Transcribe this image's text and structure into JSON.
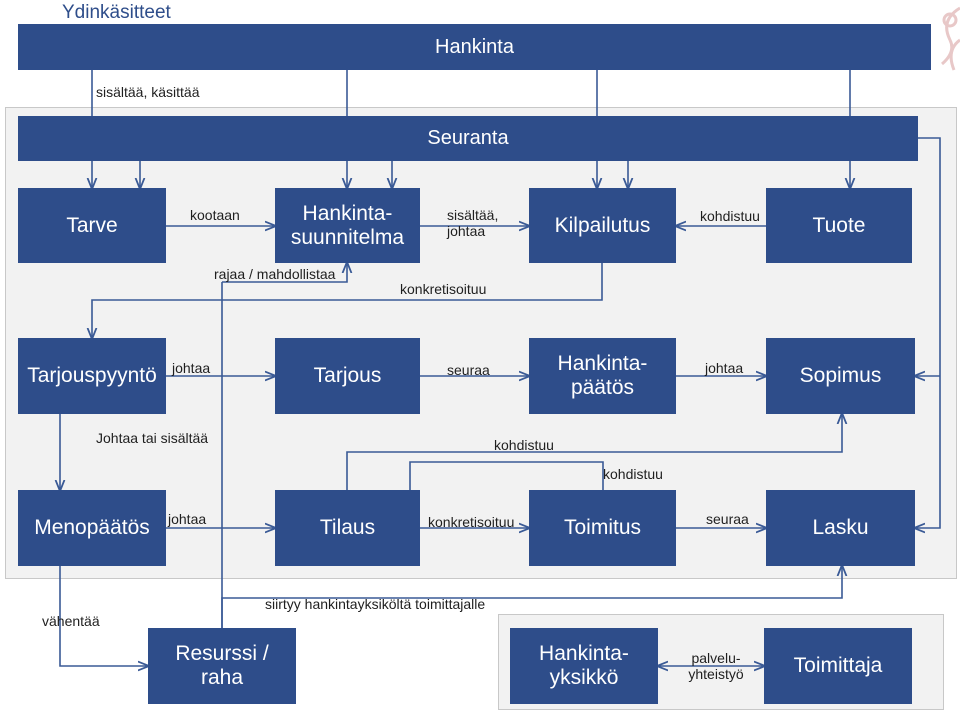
{
  "title": "Ydinkäsitteet",
  "bars": {
    "hankinta": "Hankinta",
    "seuranta": "Seuranta"
  },
  "boxes": {
    "tarve": "Tarve",
    "hankintasuunnitelma": "Hankinta-\nsuunnitelma",
    "kilpailutus": "Kilpailutus",
    "tuote": "Tuote",
    "tarjouspyynto": "Tarjouspyyntö",
    "tarjous": "Tarjous",
    "hankintapaatos": "Hankinta-\npäätös",
    "sopimus": "Sopimus",
    "menopaatos": "Menopäätös",
    "tilaus": "Tilaus",
    "toimitus": "Toimitus",
    "lasku": "Lasku",
    "resurssi": "Resurssi /\nraha",
    "hankintayksikko": "Hankinta-\nyksikkö",
    "toimittaja": "Toimittaja"
  },
  "labels": {
    "sisaltaa_kasittaa": "sisältää, käsittää",
    "kootaan": "kootaan",
    "sisaltaa_johtaa": "sisältää,\njohtaa",
    "kohdistuu_tuote": "kohdistuu",
    "rajaa": "rajaa / mahdollistaa",
    "konkretisoituu_top": "konkretisoituu",
    "johtaa_1": "johtaa",
    "seuraa_1": "seuraa",
    "johtaa_2": "johtaa",
    "johtaa_tai": "Johtaa tai sisältää",
    "kohdistuu_1": "kohdistuu",
    "kohdistuu_2": "kohdistuu",
    "johtaa_3": "johtaa",
    "konkretisoituu_2": "konkretisoituu",
    "seuraa_2": "seuraa",
    "vahentaa": "vähentää",
    "siirtyy": "siirtyy hankintayksiköltä toimittajalle",
    "palvelu": "palvelu-\nyhteistyö"
  },
  "colors": {
    "box": "#2e4d8a",
    "line": "#3a5a96",
    "panel": "#f2f2f2",
    "title": "#2e4d8a"
  }
}
